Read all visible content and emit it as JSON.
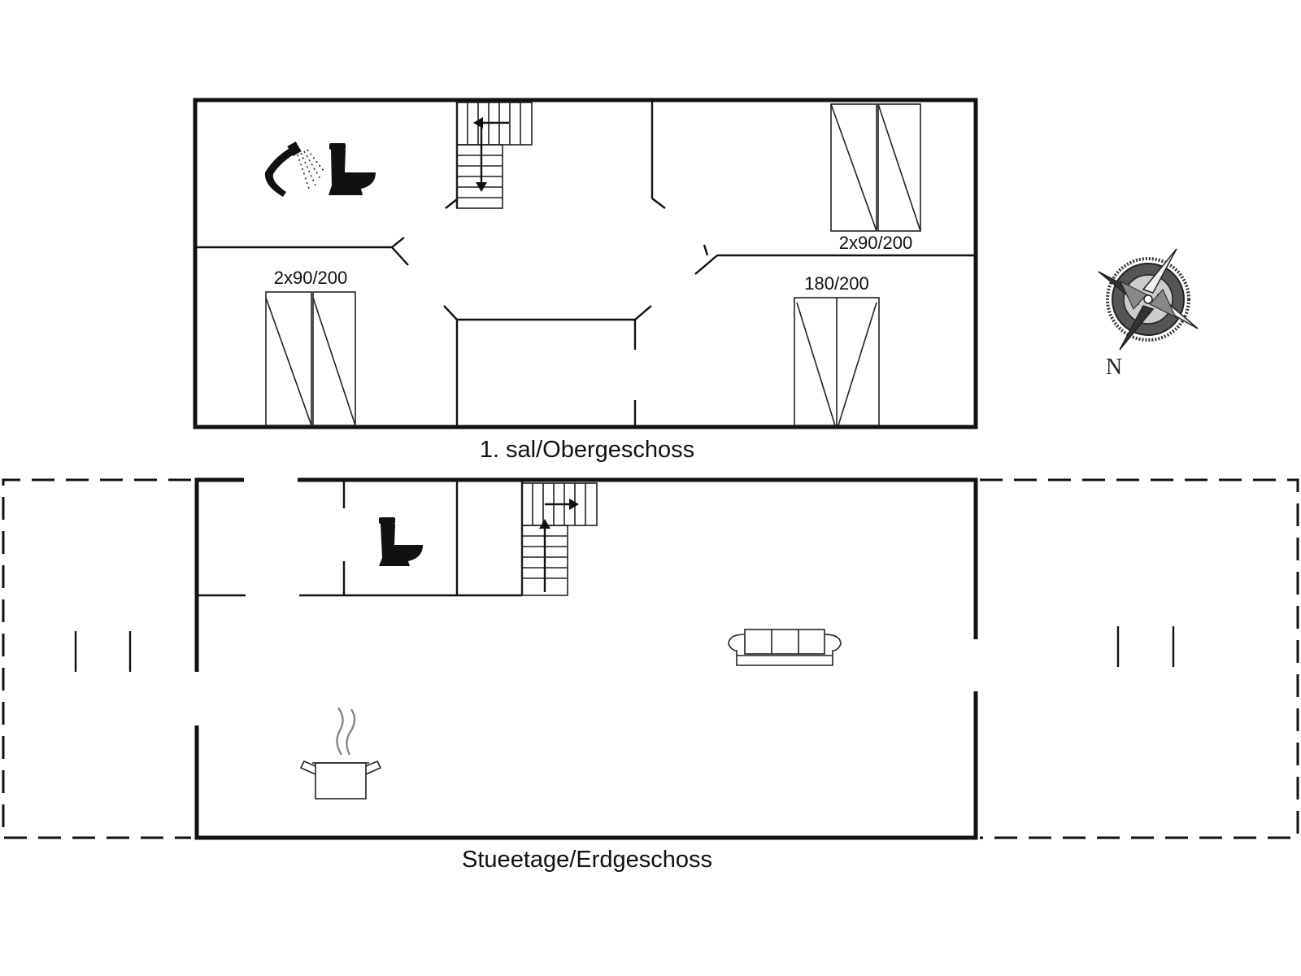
{
  "upper_floor": {
    "label": "1. sal/Obergeschoss",
    "beds": [
      {
        "label": "2x90/200"
      },
      {
        "label": "2x90/200"
      },
      {
        "label": "180/200"
      }
    ]
  },
  "ground_floor": {
    "label": "Stueetage/Erdgeschoss"
  },
  "compass": {
    "label": "N"
  },
  "icons": [
    "shower-icon",
    "toilet-icon",
    "toilet-icon",
    "stairs-icon",
    "stairs-icon",
    "sofa-icon",
    "cooking-pot-icon",
    "compass-rose-icon"
  ]
}
